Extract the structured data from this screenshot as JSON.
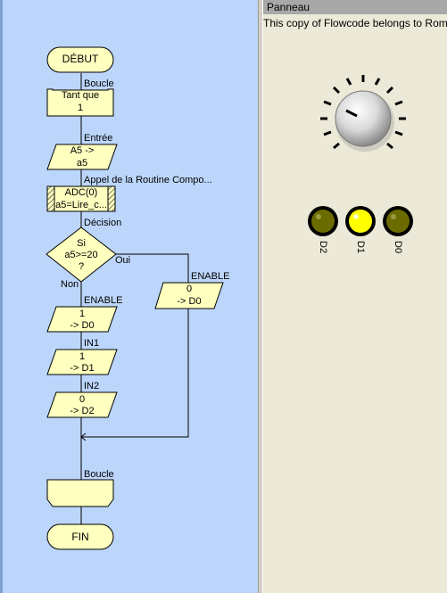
{
  "panel": {
    "title": "Panneau",
    "notice": "This copy of Flowcode belongs to Rom's"
  },
  "flowchart": {
    "start_label": "DÉBUT",
    "loop_caption": "Boucle",
    "loop_line1": "Tant que",
    "loop_line2": "1",
    "input_caption": "Entrée",
    "input_line1": "A5 ->",
    "input_line2": "a5",
    "macro_caption": "Appel de la Routine Compo...",
    "macro_line1": "ADC(0)",
    "macro_line2": "a5=Lire_c...",
    "decision_caption": "Décision",
    "decision_line1": "Si",
    "decision_line2": "a5>=20",
    "decision_line3": "?",
    "branch_yes": "Oui",
    "branch_no": "Non",
    "out_enable_no_caption": "ENABLE",
    "out_enable_no_line1": "1",
    "out_enable_no_line2": "-> D0",
    "out_in1_caption": "IN1",
    "out_in1_line1": "1",
    "out_in1_line2": "-> D1",
    "out_in2_caption": "IN2",
    "out_in2_line1": "0",
    "out_in2_line2": "-> D2",
    "out_enable_yes_caption": "ENABLE",
    "out_enable_yes_line1": "0",
    "out_enable_yes_line2": "-> D0",
    "loop_end_caption": "Boucle",
    "end_label": "FIN"
  },
  "leds": [
    {
      "label": "D2",
      "state": "off",
      "color": "#6b6b00"
    },
    {
      "label": "D1",
      "state": "on",
      "color": "#ffff00"
    },
    {
      "label": "D0",
      "state": "off",
      "color": "#6b6b00"
    }
  ],
  "colors": {
    "canvas_bg": "#bcd6fb",
    "shape_fill": "#ffffc0",
    "panel_bg": "#ece9d8"
  }
}
